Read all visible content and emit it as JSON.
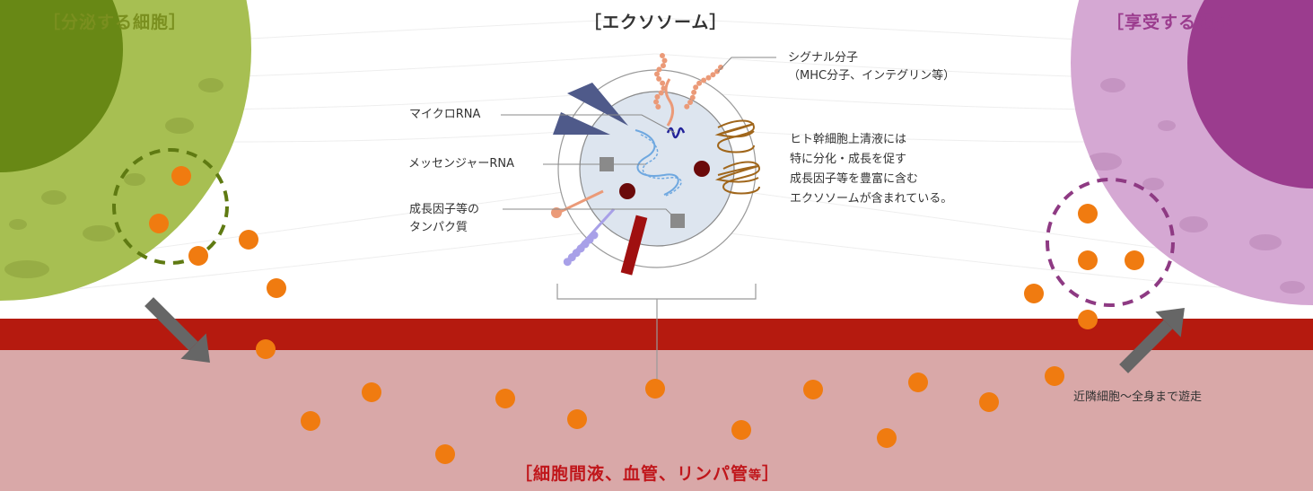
{
  "colors": {
    "secreting": "#7a8f1f",
    "receiving": "#9b3c8e",
    "vessel_band": "#b51a0f",
    "vessel_fill": "#d9a8a8",
    "vessel_title": "#c0161b",
    "particle": "#f07b10",
    "exosome_fill": "#dde5ef",
    "arrow": "#666666"
  },
  "titles": {
    "secreting_cell": "［分泌する細胞］",
    "exosome": "［エクソソーム］",
    "receiving_cell": "［享受する細胞］",
    "vessel_main": "［細胞間液、血管、リンパ管",
    "vessel_small": "等",
    "vessel_close": "］"
  },
  "labels": {
    "signal_molecule": "シグナル分子\n（MHC分子、インテグリン等）",
    "micro_rna": "マイクロRNA",
    "messenger_rna": "メッセンジャーRNA",
    "protein": "成長因子等の\nタンパク質",
    "description": "ヒト幹細胞上清液には\n特に分化・成長を促す\n成長因子等を豊富に含む\nエクソソームが含まれている。",
    "migration": "近隣細胞～全身まで遊走"
  },
  "icons": {
    "down_arrow": "arrow-down-right-icon",
    "up_arrow": "arrow-up-right-icon"
  }
}
